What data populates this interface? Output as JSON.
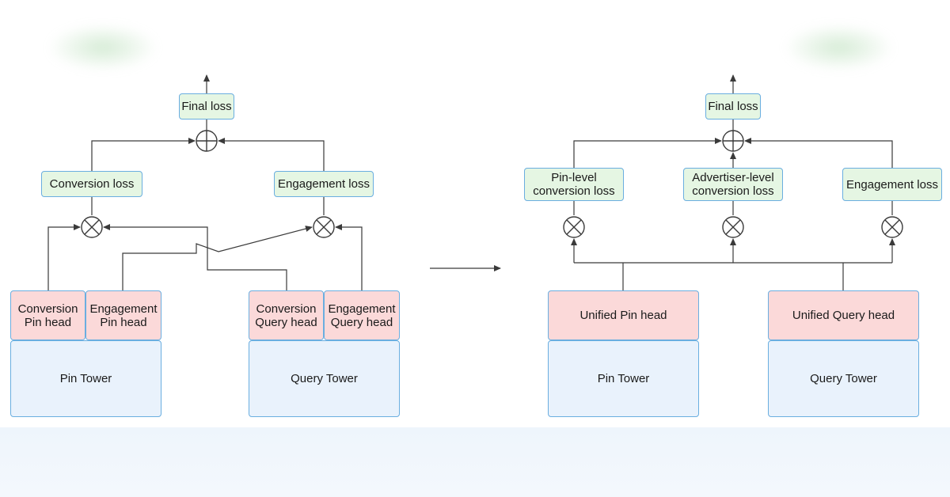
{
  "left_diagram": {
    "final_loss": "Final loss",
    "conversion_loss": "Conversion loss",
    "engagement_loss": "Engagement loss",
    "conversion_pin_head": "Conversion\nPin head",
    "engagement_pin_head": "Engagement\nPin head",
    "conversion_query_head": "Conversion\nQuery head",
    "engagement_query_head": "Engagement\nQuery head",
    "pin_tower": "Pin Tower",
    "query_tower": "Query Tower"
  },
  "right_diagram": {
    "final_loss": "Final loss",
    "pin_level_conversion_loss": "Pin-level\nconversion loss",
    "advertiser_level_conversion_loss": "Advertiser-level\nconversion loss",
    "engagement_loss": "Engagement loss",
    "unified_pin_head": "Unified Pin head",
    "unified_query_head": "Unified Query head",
    "pin_tower": "Pin Tower",
    "query_tower": "Query Tower"
  },
  "colors": {
    "loss_fill": "#e5f6e3",
    "head_fill": "#fbd9d9",
    "tower_fill": "#e9f2fc",
    "border": "#6aaee0",
    "connector": "#3a3a3a"
  }
}
